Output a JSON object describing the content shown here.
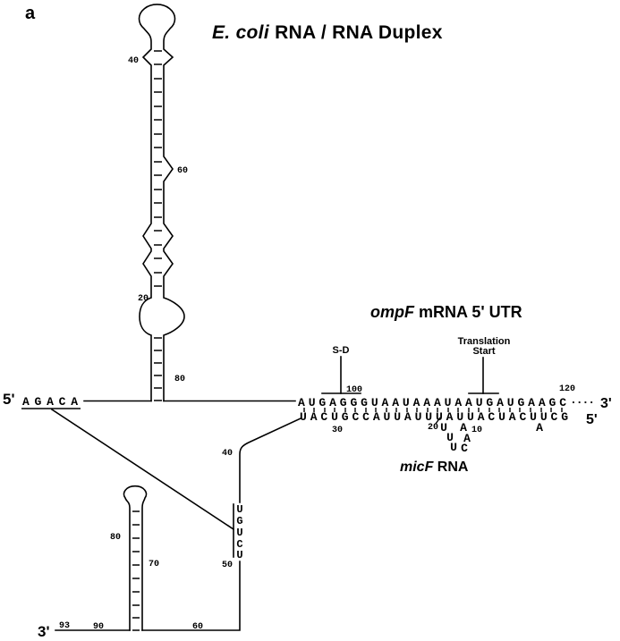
{
  "panel": {
    "label": "a"
  },
  "header": {
    "title_italic": "E. coli",
    "title_rest": " RNA / RNA Duplex"
  },
  "ompf": {
    "name_italic": "ompF",
    "name_rest": " mRNA 5' UTR",
    "five_prime_label": "5'",
    "three_prime_label": "3'",
    "leader_sequence": "AGACA",
    "duplex_strand": "AUGAGGGUAAUAAAUAAUGAUGAAGC",
    "continuation_dots": "....",
    "sd_label": "S-D",
    "translation_line1": "Translation",
    "translation_line2": "Start",
    "pos_20": "20",
    "pos_40": "40",
    "pos_60": "60",
    "pos_80": "80",
    "pos_100": "100",
    "pos_120": "120"
  },
  "micf": {
    "name_italic": "micF",
    "name_rest": " RNA",
    "five_prime_label": "5'",
    "three_prime_label": "3'",
    "duplex_strand": "UACUGCCAUUAUUUAUUACUACUUCG",
    "loop_letters": [
      "U",
      "A",
      "U",
      "A",
      "U",
      "C"
    ],
    "bulge_letter": "A",
    "vertical_letters": [
      "U",
      "G",
      "U",
      "C",
      "U"
    ],
    "pos_10": "10",
    "pos_20": "20",
    "pos_30": "30",
    "pos_40": "40",
    "pos_50": "50",
    "pos_60": "60",
    "pos_70": "70",
    "pos_80": "80",
    "pos_90": "90",
    "pos_93": "93"
  },
  "colors": {
    "ink": "#000000",
    "background": "#ffffff"
  }
}
